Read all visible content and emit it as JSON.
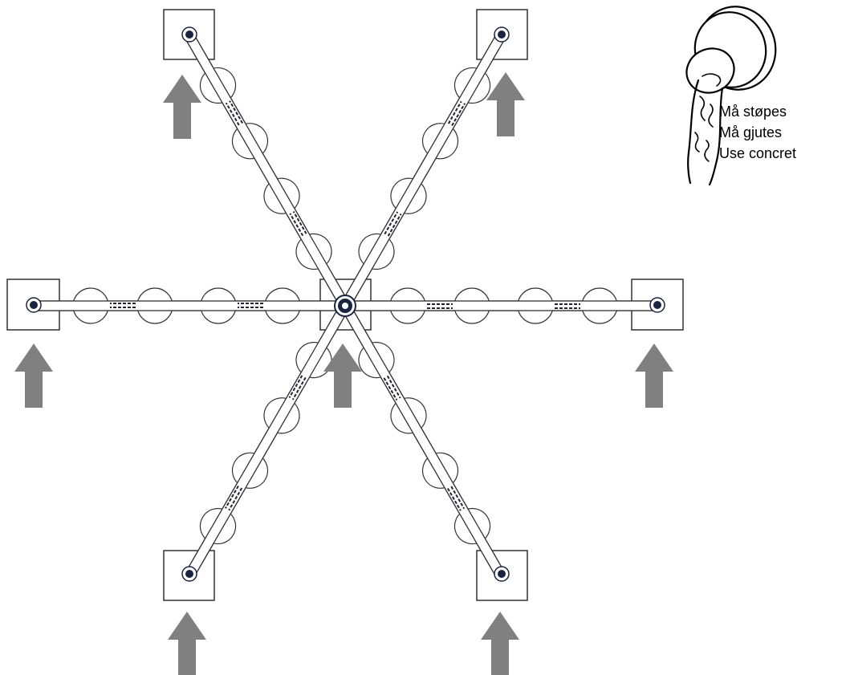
{
  "concrete_note": {
    "lines": [
      "Må støpes",
      "Må gjutes",
      "Use concret"
    ],
    "icon": "concrete-bucket-pour-icon"
  },
  "diagram": {
    "arms": 6,
    "footings": 7,
    "arrows": 7,
    "colors": {
      "arrow": "#808080",
      "line": "#333333",
      "anchor": "#1a2440",
      "background": "#ffffff"
    }
  }
}
